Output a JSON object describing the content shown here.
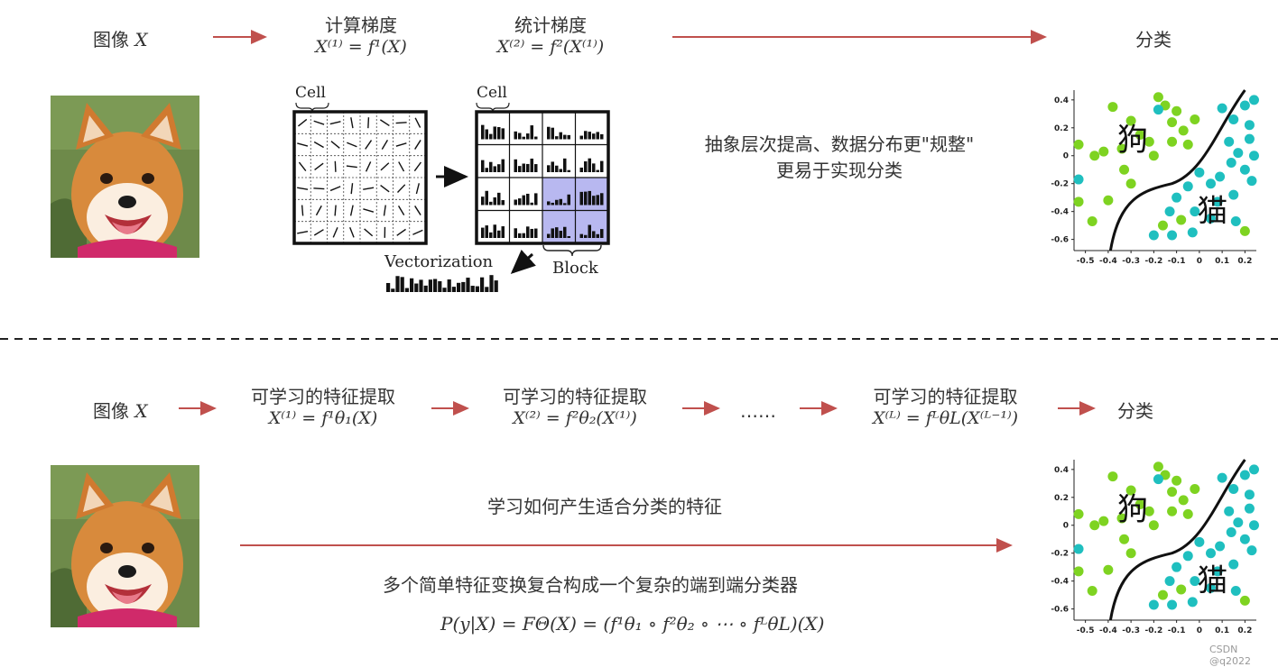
{
  "top": {
    "input_label": "图像",
    "input_var": "X",
    "step1": {
      "title": "计算梯度",
      "formula": "X⁽¹⁾ = f¹(X)"
    },
    "step2": {
      "title": "统计梯度",
      "formula": "X⁽²⁾ = f²(X⁽¹⁾)"
    },
    "output_label": "分类",
    "note_line1": "抽象层次提高、数据分布更\"规整\"",
    "note_line2": "更易于实现分类",
    "hog": {
      "cell_label_1": "Cell",
      "cell_label_2": "Cell",
      "vectorization": "Vectorization",
      "block": "Block"
    }
  },
  "bottom": {
    "input_label": "图像",
    "input_var": "X",
    "steps": [
      {
        "title": "可学习的特征提取",
        "formula": "X⁽¹⁾ = f¹θ₁(X)"
      },
      {
        "title": "可学习的特征提取",
        "formula": "X⁽²⁾ = f²θ₂(X⁽¹⁾)"
      },
      {
        "title": "可学习的特征提取",
        "formula": "X⁽ᴸ⁾ = fᴸθL(X⁽ᴸ⁻¹⁾)"
      }
    ],
    "ellipsis": "……",
    "output_label": "分类",
    "note1": "学习如何产生适合分类的特征",
    "note2": "多个简单特征变换复合构成一个复杂的端到端分类器",
    "formula": "P(y|X) = FΘ(X) = (f¹θ₁ ∘ f²θ₂ ∘ ⋯ ∘ fᴸθL)(X)"
  },
  "scatter_labels": {
    "dog": "狗",
    "cat": "猫"
  },
  "scatter_x_ticks": [
    "-0.5",
    "-0.4",
    "-0.3",
    "-0.2",
    "-0.1",
    "0",
    "0.1",
    "0.2"
  ],
  "scatter_y_ticks": [
    "0.4",
    "0.2",
    "0",
    "-0.2",
    "-0.4",
    "-0.6"
  ],
  "colors": {
    "arrow": "#c0504d",
    "dog_points": "#7ed321",
    "cat_points": "#1fbfbf",
    "block_fill": "#b8b8f0"
  },
  "watermark": "CSDN @q2022"
}
